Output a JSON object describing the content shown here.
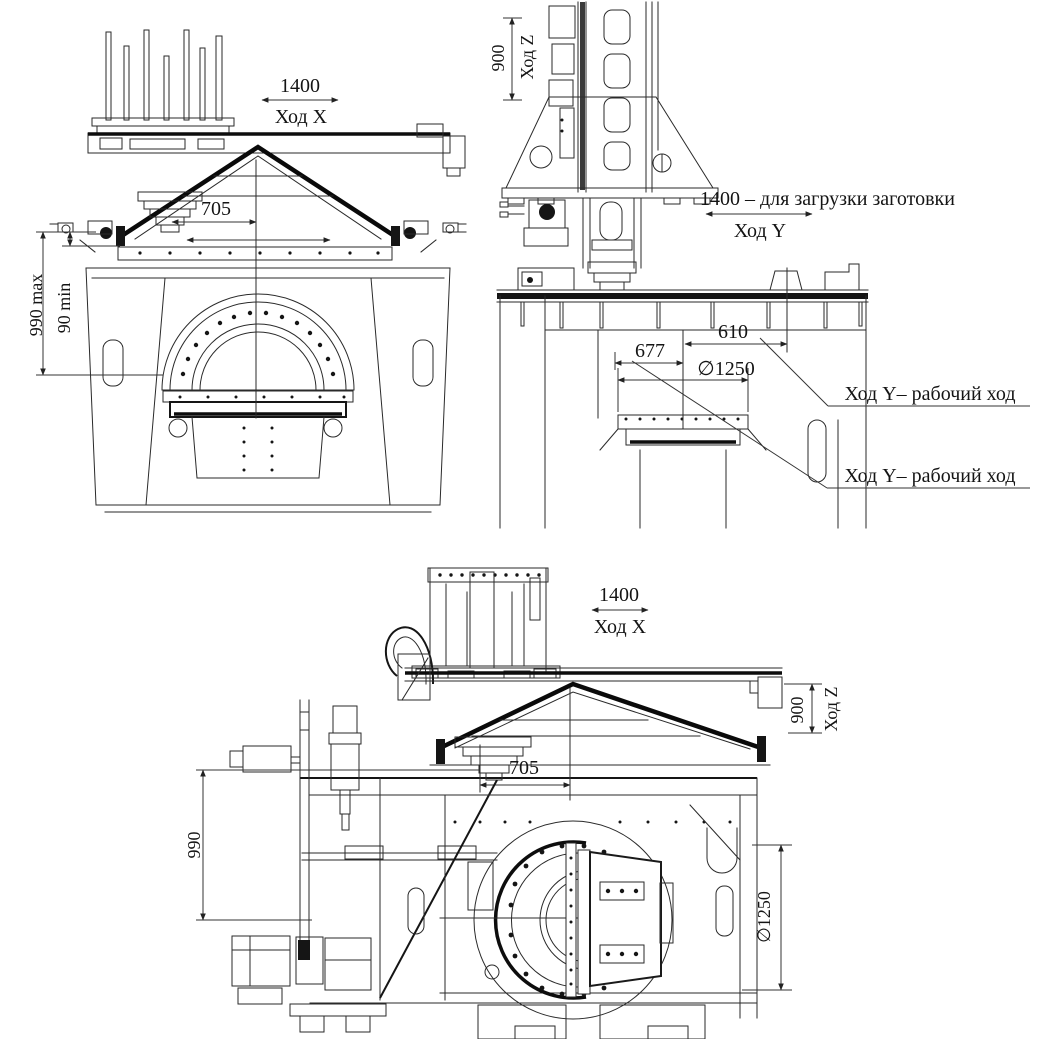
{
  "drawing": {
    "background": "#ffffff",
    "line_color": "#2a2a2a",
    "views": {
      "front": {
        "stroke_x": {
          "value": "1400",
          "axis": "Ход X"
        },
        "dim_705": "705",
        "dim_990": "990 max",
        "dim_90": "90 min"
      },
      "side": {
        "stroke_z": {
          "value": "900",
          "axis": "Ход Z"
        },
        "stroke_y": {
          "value": "1400 – для загрузки заготовки",
          "axis": "Ход Y"
        },
        "dim_610": "610",
        "dim_677": "677",
        "dim_1250": "∅1250",
        "leader_top": "Ход Y– рабочий ход",
        "leader_bottom": "Ход Y– рабочий ход"
      },
      "side_full": {
        "stroke_x": {
          "value": "1400",
          "axis": "Ход X"
        },
        "stroke_z": {
          "value": "900",
          "axis": "Ход Z"
        },
        "dim_705": "705",
        "dim_990": "990",
        "dim_1250": "∅1250"
      }
    }
  }
}
